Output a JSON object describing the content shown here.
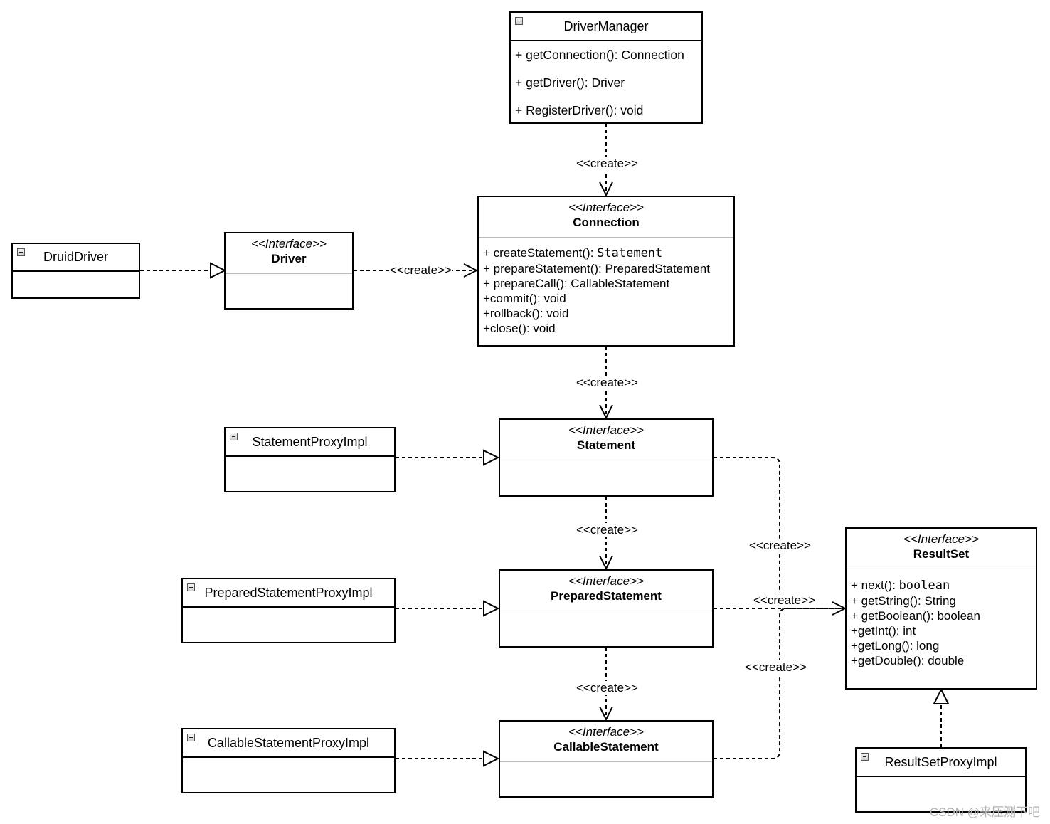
{
  "create_label": "<<create>>",
  "stereotype": "<<Interface>>",
  "classes": {
    "driver_manager": {
      "name": "DriverManager",
      "methods": [
        "+ getConnection(): Connection",
        "+ getDriver(): Driver",
        "+ RegisterDriver(): void"
      ]
    },
    "druid_driver": {
      "name": "DruidDriver"
    },
    "statement_proxy": {
      "name": "StatementProxyImpl"
    },
    "prepared_proxy": {
      "name": "PreparedStatementProxyImpl"
    },
    "callable_proxy": {
      "name": "CallableStatementProxyImpl"
    },
    "resultset_proxy": {
      "name": "ResultSetProxyImpl"
    }
  },
  "interfaces": {
    "driver": {
      "name": "Driver"
    },
    "connection": {
      "name": "Connection",
      "methods": [
        {
          "text": "+ createStatement(): ",
          "type": "Statement"
        },
        {
          "text": "+ prepareStatement(): PreparedStatement"
        },
        {
          "text": "+ prepareCall(): CallableStatement"
        },
        {
          "text": "+commit(): void"
        },
        {
          "text": "+rollback(): void"
        },
        {
          "text": "+close(): void"
        }
      ]
    },
    "statement": {
      "name": "Statement"
    },
    "prepared_statement": {
      "name": "PreparedStatement"
    },
    "callable_statement": {
      "name": "CallableStatement"
    },
    "result_set": {
      "name": "ResultSet",
      "methods": [
        {
          "text": "+ next(): ",
          "type": "boolean"
        },
        {
          "text": "+ getString(): String"
        },
        {
          "text": "+ getBoolean(): boolean"
        },
        {
          "text": "+getInt(): int"
        },
        {
          "text": "+getLong(): long"
        },
        {
          "text": "+getDouble(): double"
        }
      ]
    }
  },
  "watermark": "CSDN @来压测下吧"
}
